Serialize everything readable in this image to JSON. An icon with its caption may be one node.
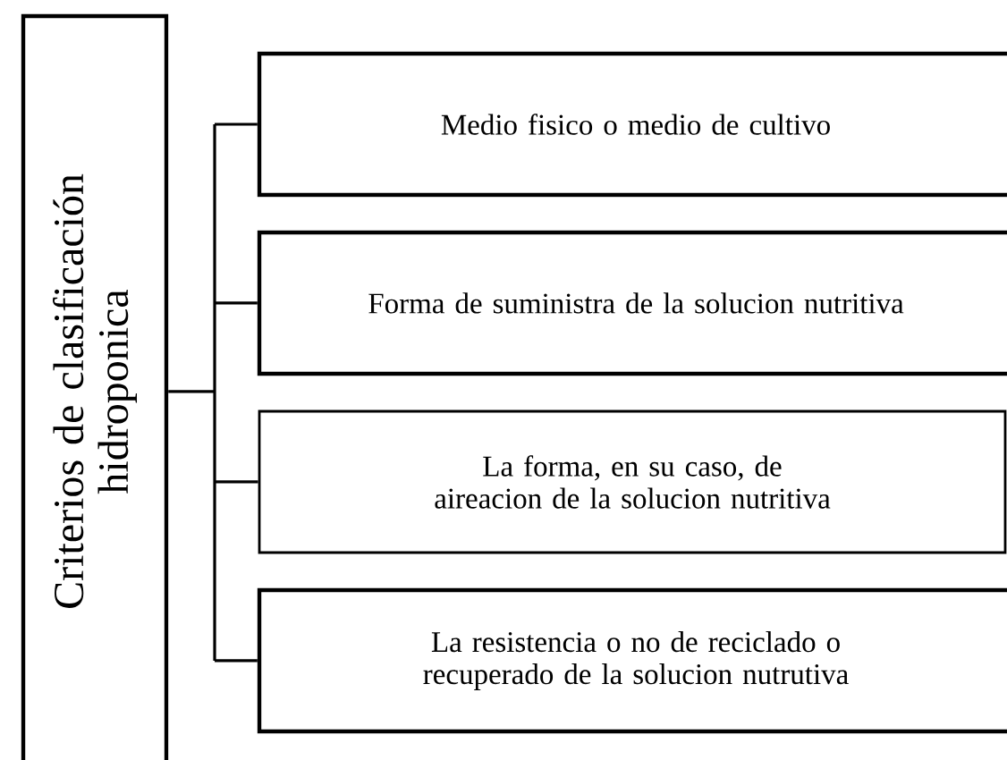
{
  "diagram": {
    "nodes": [
      {
        "text": [
          "Criterios de clasificación hidroponica"
        ]
      },
      {
        "text": [
          "Medio fisico o medio de cultivo"
        ]
      },
      {
        "text": [
          "Forma de suministra de la solucion nutritiva"
        ]
      },
      {
        "text": [
          "La forma, en su caso, de aireacion de la solucion nutritiva"
        ]
      },
      {
        "text": [
          "La resistencia o no de reciclado o recuperado de la solucion nutrutiva"
        ]
      }
    ],
    "edges": [
      {
        "from": 0,
        "to": 1,
        "arrow": "none"
      },
      {
        "from": 0,
        "to": 2,
        "arrow": "none"
      },
      {
        "from": 0,
        "to": 3,
        "arrow": "none"
      },
      {
        "from": 0,
        "to": 4,
        "arrow": "none"
      }
    ]
  }
}
